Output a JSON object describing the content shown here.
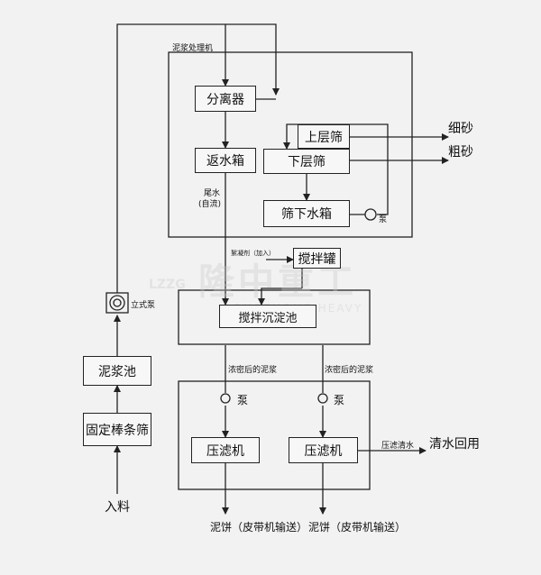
{
  "labels": {
    "mud_machine": "泥浆处理机",
    "separator": "分离器",
    "upper_screen": "上层筛",
    "lower_screen": "下层筛",
    "return_tank": "返水箱",
    "under_tank": "筛下水箱",
    "pump_side": "泵",
    "fine_sand": "细砂",
    "coarse_sand": "粗砂",
    "tail_water_1": "尾水",
    "tail_water_2": "(自流)",
    "flocculant": "絮凝剂（加入）",
    "mixer_tank": "搅拌罐",
    "settle_pool": "搅拌沉淀池",
    "vertical_pump": "立式泵",
    "mud_pool": "泥浆池",
    "bar_screen": "固定棒条筛",
    "feed": "入料",
    "thick_mud_1": "浓密后的泥浆",
    "thick_mud_2": "浓密后的泥浆",
    "pump_1": "泵",
    "pump_2": "泵",
    "filter_press_1": "压滤机",
    "filter_press_2": "压滤机",
    "filtrate": "压滤清水",
    "clear_reuse": "清水回用",
    "cake_1": "泥饼（皮带机输送）",
    "cake_2": "泥饼（皮带机输送）"
  },
  "watermark": {
    "logo": "LZZG",
    "cn": "隆中重工",
    "en": "LONGZHONG HEAVY INDUSTRY"
  }
}
